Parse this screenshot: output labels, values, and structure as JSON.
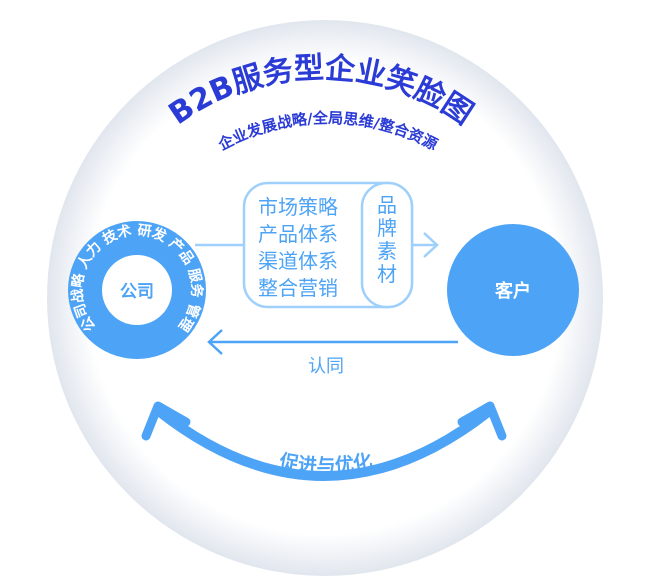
{
  "title": "B2B服务型企业笑脸图",
  "subtitle": "企业发展战略/全局思维/整合资源",
  "company": {
    "label": "公司",
    "ring_text": "公司战略 人力 技术 研发 产品 服务 管理"
  },
  "customer": {
    "label": "客户"
  },
  "middle_box": {
    "lines": [
      "市场策略",
      "产品体系",
      "渠道体系",
      "整合营销"
    ],
    "brand_lines": [
      "品",
      "牌",
      "素",
      "材"
    ]
  },
  "back_label": "认同",
  "bottom_label": "促进与优化",
  "colors": {
    "primary_blue": "#4da3f5",
    "light_blue": "#9fd0fb",
    "title_blue": "#2b3bd6",
    "bubble_bg": "#e5eaf2"
  }
}
